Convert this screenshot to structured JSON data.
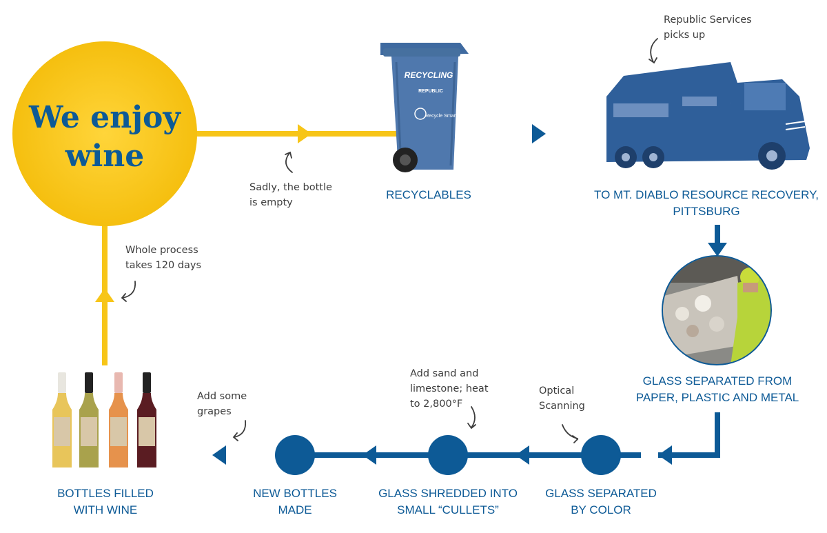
{
  "title_lines": [
    "We enjoy",
    "wine"
  ],
  "steps": {
    "recyclables": [
      "RECYCLABLES"
    ],
    "to_recovery": [
      "TO MT. DIABLO RESOURCE RECOVERY,",
      "PITTSBURG"
    ],
    "glass_separated_materials": [
      "GLASS SEPARATED FROM",
      "PAPER, PLASTIC AND METAL"
    ],
    "glass_separated_color": [
      "GLASS SEPARATED",
      "BY COLOR"
    ],
    "glass_shredded": [
      "GLASS SHREDDED INTO",
      "SMALL “CULLETS”"
    ],
    "new_bottles": [
      "NEW BOTTLES",
      "MADE"
    ],
    "bottles_filled": [
      "BOTTLES FILLED",
      "WITH WINE"
    ]
  },
  "notes": {
    "bottle_empty": [
      "Sadly, the bottle",
      "is empty"
    ],
    "republic_pickup": [
      "Republic Services",
      "picks up"
    ],
    "whole_process": [
      "Whole process",
      "takes 120 days"
    ],
    "add_grapes": [
      "Add some",
      "grapes"
    ],
    "add_sand": [
      "Add sand and",
      "limestone; heat",
      "to 2,800°F"
    ],
    "optical": [
      "Optical",
      "Scanning"
    ]
  },
  "bin_text": {
    "label": "RECYCLING",
    "brand": "REPUBLIC",
    "logo": "Recycle Smart"
  },
  "colors": {
    "yellow": "#f7c518",
    "blue": "#0d5a96",
    "note_text": "#3d3d3d",
    "bin": "#4f78ad"
  },
  "icons": [
    "recycling-bin-icon",
    "garbage-truck-icon",
    "sorting-facility-photo",
    "wine-bottles-icon",
    "curved-arrow-icon"
  ]
}
